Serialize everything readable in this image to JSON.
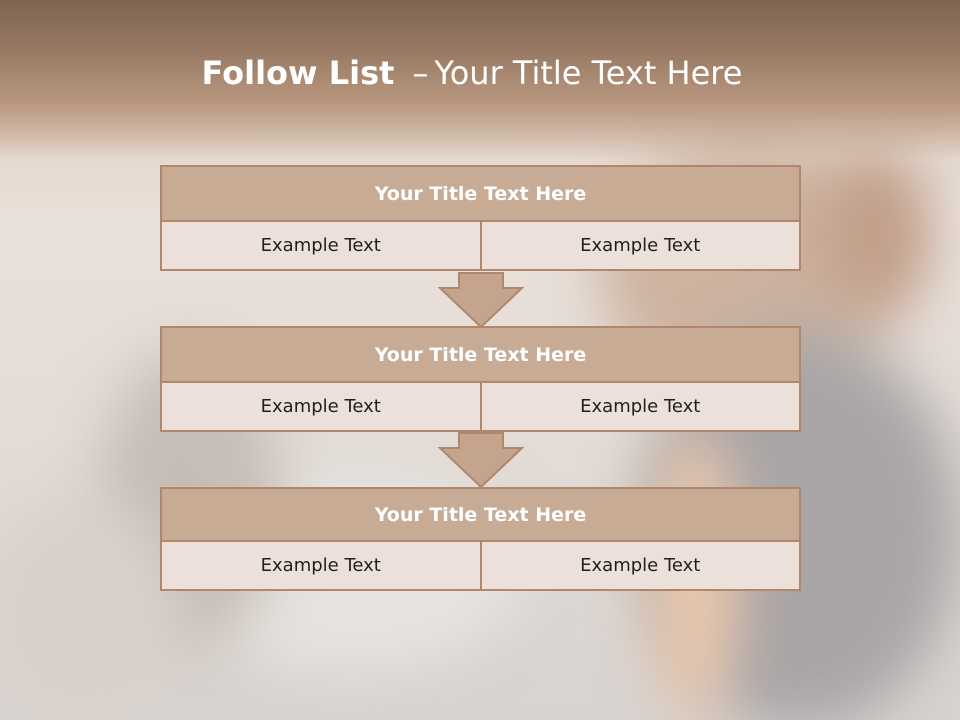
{
  "slide": {
    "title_bold": "Follow List",
    "title_separator": "–",
    "title_rest": "Your Title Text Here"
  },
  "steps": [
    {
      "title": "Your Title Text Here",
      "left": "Example Text",
      "right": "Example Text"
    },
    {
      "title": "Your Title Text Here",
      "left": "Example Text",
      "right": "Example Text"
    },
    {
      "title": "Your Title Text Here",
      "left": "Example Text",
      "right": "Example Text"
    }
  ],
  "colors": {
    "header_band": "#967862",
    "box_title_fill": "#c7ab95",
    "box_cell_fill": "#ece0da",
    "box_border": "#b0876a",
    "arrow_fill": "#c4a48d"
  }
}
